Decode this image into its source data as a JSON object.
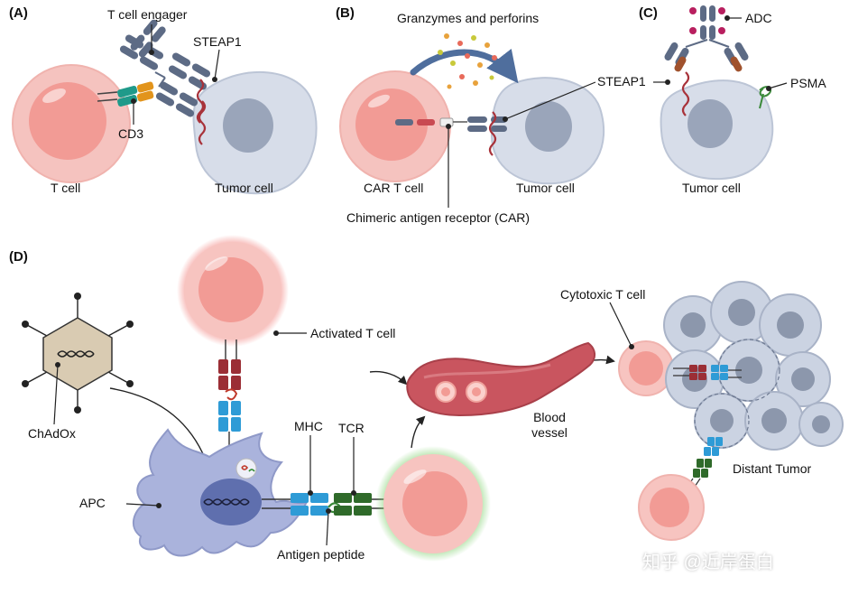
{
  "panels": {
    "a": "(A)",
    "b": "(B)",
    "c": "(C)",
    "d": "(D)"
  },
  "panel_a": {
    "t_cell_engager": "T cell engager",
    "steap1": "STEAP1",
    "cd3": "CD3",
    "t_cell": "T cell",
    "tumor_cell": "Tumor cell"
  },
  "panel_b": {
    "granzymes": "Granzymes and perforins",
    "steap1": "STEAP1",
    "car_t_cell": "CAR T cell",
    "tumor_cell": "Tumor cell",
    "car": "Chimeric antigen receptor (CAR)"
  },
  "panel_c": {
    "adc": "ADC",
    "psma": "PSMA",
    "tumor_cell": "Tumor cell"
  },
  "panel_d": {
    "activated_t_cell": "Activated T cell",
    "chadox": "ChAdOx",
    "apc": "APC",
    "mhc": "MHC",
    "tcr": "TCR",
    "antigen_peptide": "Antigen peptide",
    "blood_vessel_1": "Blood",
    "blood_vessel_2": "vessel",
    "cytotoxic_t_cell": "Cytotoxic T cell",
    "distant_tumor": "Distant Tumor"
  },
  "watermark": "知乎 @近岸蛋白",
  "colors": {
    "t_cell_fill": "#f8c4c0",
    "t_cell_nucleus": "#f0908a",
    "tumor_fill": "#d7dde9",
    "tumor_nucleus": "#9aa5ba",
    "antibody_slate": "#5d6b85",
    "steap1_coil": "#a8323a",
    "cd3_teal": "#1f9a8a",
    "cd3_orange": "#e2941c",
    "mhc_blue": "#2e9bd6",
    "tcr_green": "#2f6a2a",
    "tcr_maroon": "#9b2e35",
    "apc_fill": "#aab3dc",
    "apc_nucleus": "#5f6fae",
    "virus_fill": "#d9cbb2",
    "vessel_red": "#c9555f",
    "adc_payload": "#b81f5f"
  }
}
